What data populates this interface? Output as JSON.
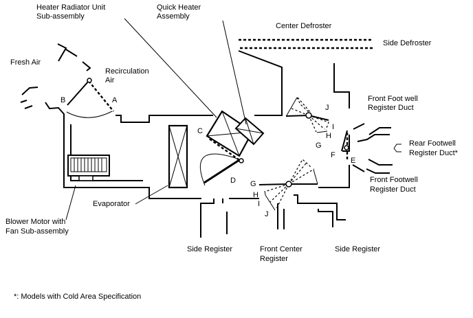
{
  "labels": {
    "heater_radiator_l1": "Heater Radiator Unit",
    "heater_radiator_l2": "Sub-assembly",
    "quick_heater_l1": "Quick Heater",
    "quick_heater_l2": "Assembly",
    "center_defroster": "Center Defroster",
    "side_defroster": "Side Defroster",
    "fresh_air": "Fresh Air",
    "recirculation_l1": "Recirculation",
    "recirculation_l2": "Air",
    "front_footwell_duct_top_l1": "Front Foot well",
    "front_footwell_duct_top_l2": "Register Duct",
    "rear_footwell_l1": "Rear Footwell",
    "rear_footwell_l2": "Register Duct*",
    "front_footwell_duct_bottom_l1": "Front Footwell",
    "front_footwell_duct_bottom_l2": "Register Duct",
    "evaporator": "Evaporator",
    "blower_l1": "Blower Motor with",
    "blower_l2": "Fan Sub-assembly",
    "side_register_left": "Side Register",
    "front_center_l1": "Front Center",
    "front_center_l2": "Register",
    "side_register_right": "Side Register",
    "footnote": "*: Models with Cold Area Specification"
  },
  "damper_letters": {
    "a": "A",
    "b": "B",
    "c": "C",
    "d": "D",
    "e": "E",
    "f": "F",
    "g_upper": "G",
    "h_upper": "H",
    "i_upper": "I",
    "j_upper": "J",
    "g_lower": "G",
    "h_lower": "H",
    "i_lower": "I",
    "j_lower": "J"
  }
}
